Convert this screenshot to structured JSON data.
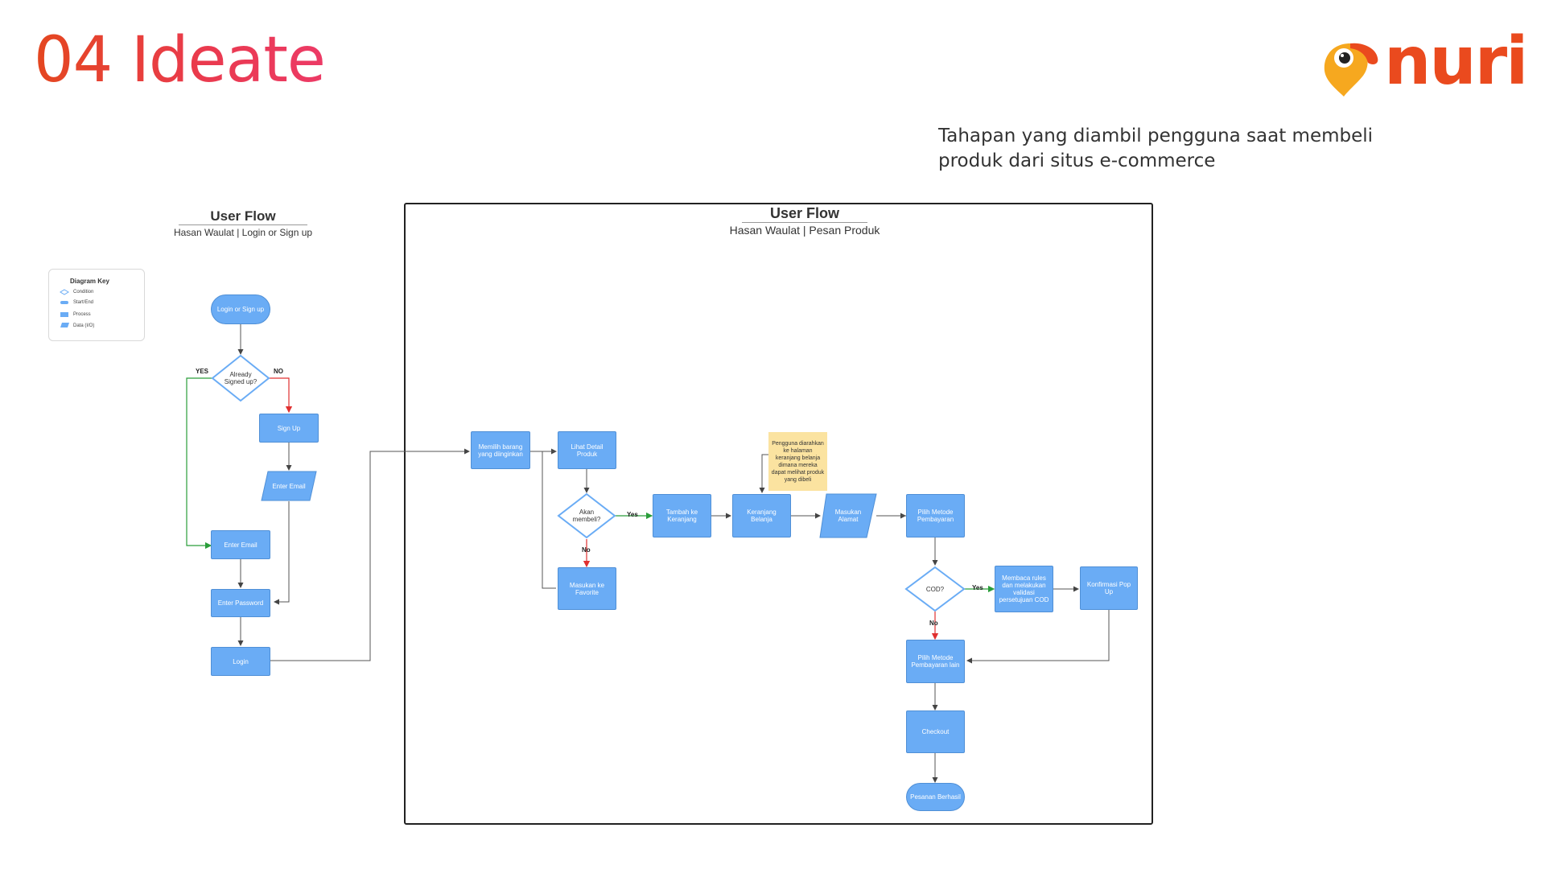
{
  "header": {
    "title": "04 Ideate",
    "logo_text": "nuri",
    "subtitle": "Tahapan yang diambil pengguna saat membeli produk dari situs e-commerce"
  },
  "left_flow": {
    "title": "User Flow",
    "subtitle": "Hasan Waulat  |  Login or Sign up",
    "diagram_key": {
      "title": "Diagram Key",
      "items": [
        "Condition",
        "Start/End",
        "Process",
        "Data (I/O)"
      ]
    },
    "nodes": {
      "start": "Login or Sign up",
      "already": "Already Signed up?",
      "signup": "Sign Up",
      "enter_email_data": "Enter Email",
      "enter_email": "Enter Email",
      "enter_password": "Enter Password",
      "login": "Login"
    },
    "labels": {
      "yes": "YES",
      "no": "NO"
    }
  },
  "main_flow": {
    "title": "User Flow",
    "subtitle": "Hasan Waulat  |  Pesan Produk",
    "nodes": {
      "memilih": "Memilih barang yang diinginkan",
      "lihat": "Lihat Detail Produk",
      "akan": "Akan membeli?",
      "favorite": "Masukan ke Favorite",
      "tambah": "Tambah ke Keranjang",
      "keranjang": "Keranjang Belanja",
      "alamat": "Masukan Alamat",
      "metode": "Pilih Metode Pembayaran",
      "cod": "COD?",
      "rules": "Membaca rules dan melakukan validasi persetujuan COD",
      "konfirmasi": "Konfirmasi Pop Up",
      "metode_lain": "Pilih Metode Pembayaran lain",
      "checkout": "Checkout",
      "berhasil": "Pesanan Berhasil"
    },
    "note": "Pengguna diarahkan ke halaman keranjang belanja dimana mereka dapat melihat produk yang dibeli",
    "labels": {
      "yes1": "Yes",
      "no1": "No",
      "yes2": "Yes",
      "no2": "No"
    }
  },
  "colors": {
    "node_fill": "#6aacf5",
    "node_border": "#4f8fd6",
    "decision_border": "#4f8fd6",
    "yes_line": "#2a9d3a",
    "no_line": "#e03030",
    "note_fill": "#fbe3a0",
    "brand_orange": "#ea4a1e",
    "brand_pink": "#ec3a66"
  }
}
